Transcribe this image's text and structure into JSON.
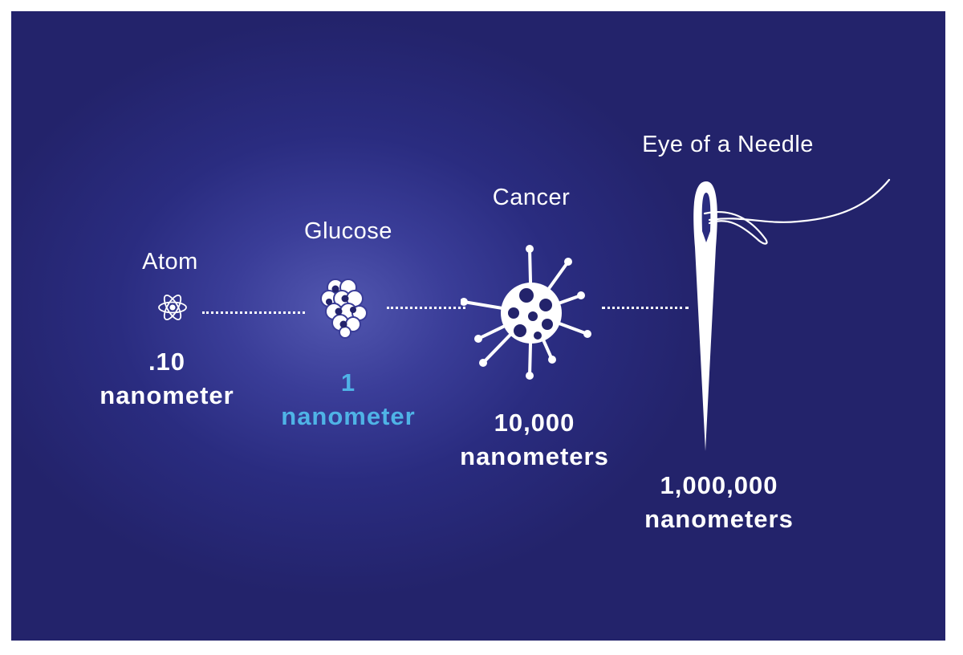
{
  "items": [
    {
      "name": "Atom",
      "size": ".10",
      "unit": "nanometer",
      "icon": "atom-icon"
    },
    {
      "name": "Glucose",
      "size": "1",
      "unit": "nanometer",
      "icon": "glucose-molecule-icon",
      "highlight_color": "#4fb3e6"
    },
    {
      "name": "Cancer",
      "size": "10,000",
      "unit": "nanometers",
      "icon": "cancer-cell-icon"
    },
    {
      "name": "Eye of a Needle",
      "size": "1,000,000",
      "unit": "nanometers",
      "icon": "needle-icon"
    }
  ],
  "colors": {
    "background_center": "#5257b0",
    "background_edge": "#23236b",
    "text": "#ffffff",
    "accent": "#4fb3e6"
  }
}
